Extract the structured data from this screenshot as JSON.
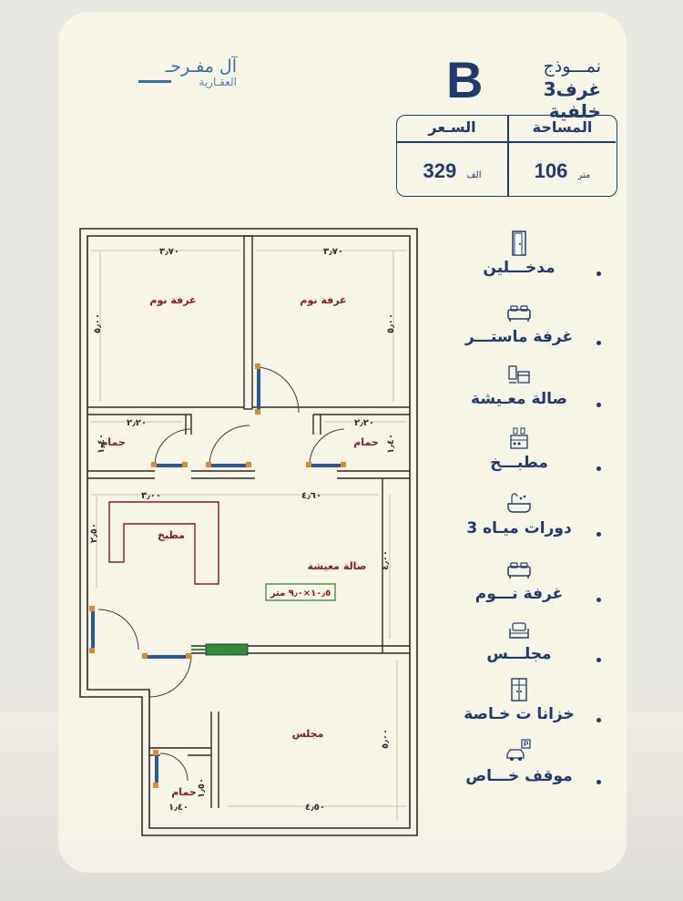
{
  "brand": {
    "name": "آل مفـرحـ",
    "sub": "العقـارية"
  },
  "model": {
    "letter": "B",
    "line1": "نمـــوذج",
    "line2": "3غرف خلفية"
  },
  "info": {
    "area_header": "المساحة",
    "price_header": "السـعر",
    "area_value": "106",
    "area_unit": "متر",
    "price_value": "329",
    "price_unit": "الف"
  },
  "features": [
    {
      "label": "مدخـــلين",
      "icon": "door-icon"
    },
    {
      "label": "غرفة ماستـــر",
      "icon": "bed-icon"
    },
    {
      "label": "صالة معـيشة",
      "icon": "living-room-icon"
    },
    {
      "label": "مطبـــخ",
      "icon": "kitchen-icon"
    },
    {
      "label": "3 دورات ميـاه",
      "icon": "bathtub-icon"
    },
    {
      "label": "غرفة نـــوم",
      "icon": "bed-icon"
    },
    {
      "label": "مجلـــس",
      "icon": "sofa-icon"
    },
    {
      "label": "خزانا ت خـاصة",
      "icon": "wardrobe-icon"
    },
    {
      "label": "موقف خـــاص",
      "icon": "parking-icon"
    }
  ],
  "plan": {
    "bedroom_left": "غرفة نوم",
    "bedroom_right": "غرفة نوم",
    "bath_left": "حمام",
    "bath_right": "حمام",
    "kitchen": "مطبخ",
    "living": "صالة معيشة",
    "living_area": "١٠٫٥×٩٫٠ متر",
    "majlis": "مجلس",
    "bath_bottom": "حمام",
    "dims": {
      "bed_left_w": "٣٫٧٠",
      "bed_right_w": "٣٫٧٠",
      "bed_left_h": "٥٫٠٠",
      "bed_right_h": "٥٫٠٠",
      "bath_left_w": "٢٫٢٠",
      "bath_right_w": "٢٫٢٠",
      "bath_left_h": "١٫٤٠",
      "bath_right_h": "١٫٤٠",
      "kitchen_w": "٣٫٠٠",
      "kitchen_h": "٢٫٥٠",
      "living_w": "٤٫٦٠",
      "living_h": "٤٫٠٠",
      "majlis_w": "٤٫٥٠",
      "majlis_h": "٥٫٠٠",
      "bath_bottom_w": "١٫٤٠",
      "bath_bottom_h": "١٫٥٠"
    }
  }
}
